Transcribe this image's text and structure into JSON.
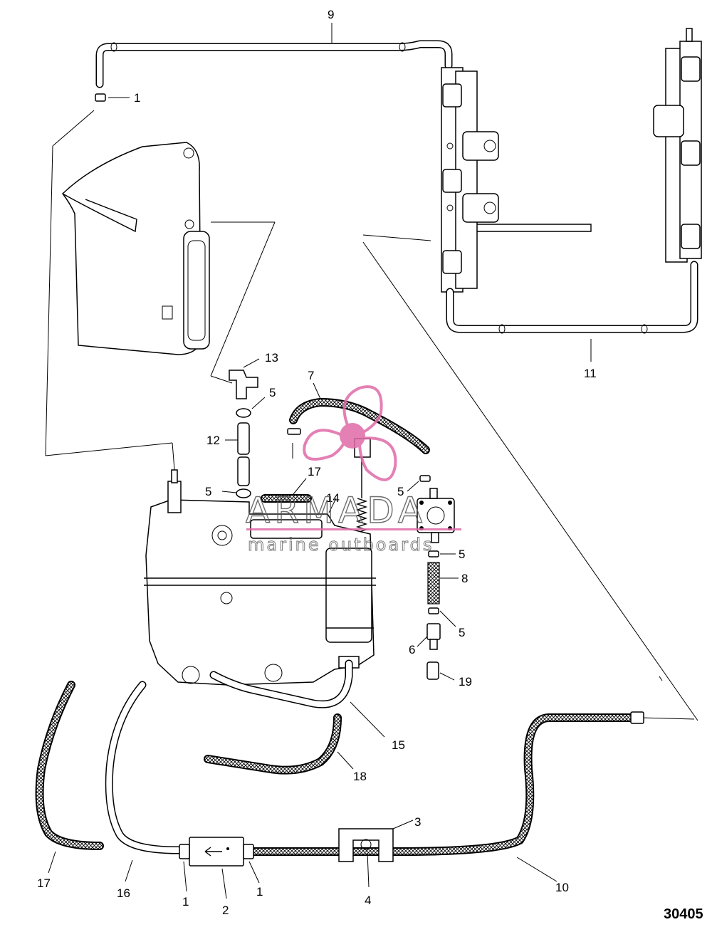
{
  "diagram_id": "30405",
  "watermark": {
    "brand": "ARMADA",
    "tagline": "marine outboards",
    "accent_color": "#e06aa8"
  },
  "labels": [
    {
      "key": "p9",
      "text": "9"
    },
    {
      "key": "p1a",
      "text": "1"
    },
    {
      "key": "p11",
      "text": "11"
    },
    {
      "key": "p13",
      "text": "13"
    },
    {
      "key": "p7",
      "text": "7"
    },
    {
      "key": "p5a",
      "text": "5"
    },
    {
      "key": "p12",
      "text": "12"
    },
    {
      "key": "p17a",
      "text": "17"
    },
    {
      "key": "p5b",
      "text": "5"
    },
    {
      "key": "p14",
      "text": "14"
    },
    {
      "key": "p5c",
      "text": "5"
    },
    {
      "key": "p5d",
      "text": "5"
    },
    {
      "key": "p8",
      "text": "8"
    },
    {
      "key": "p5e",
      "text": "5"
    },
    {
      "key": "p6",
      "text": "6"
    },
    {
      "key": "p19",
      "text": "19"
    },
    {
      "key": "p15",
      "text": "15"
    },
    {
      "key": "p18",
      "text": "18"
    },
    {
      "key": "p3",
      "text": "3"
    },
    {
      "key": "p10",
      "text": "10"
    },
    {
      "key": "p4",
      "text": "4"
    },
    {
      "key": "p17b",
      "text": "17"
    },
    {
      "key": "p16",
      "text": "16"
    },
    {
      "key": "p1b",
      "text": "1"
    },
    {
      "key": "p2",
      "text": "2"
    },
    {
      "key": "p1c",
      "text": "1"
    }
  ]
}
